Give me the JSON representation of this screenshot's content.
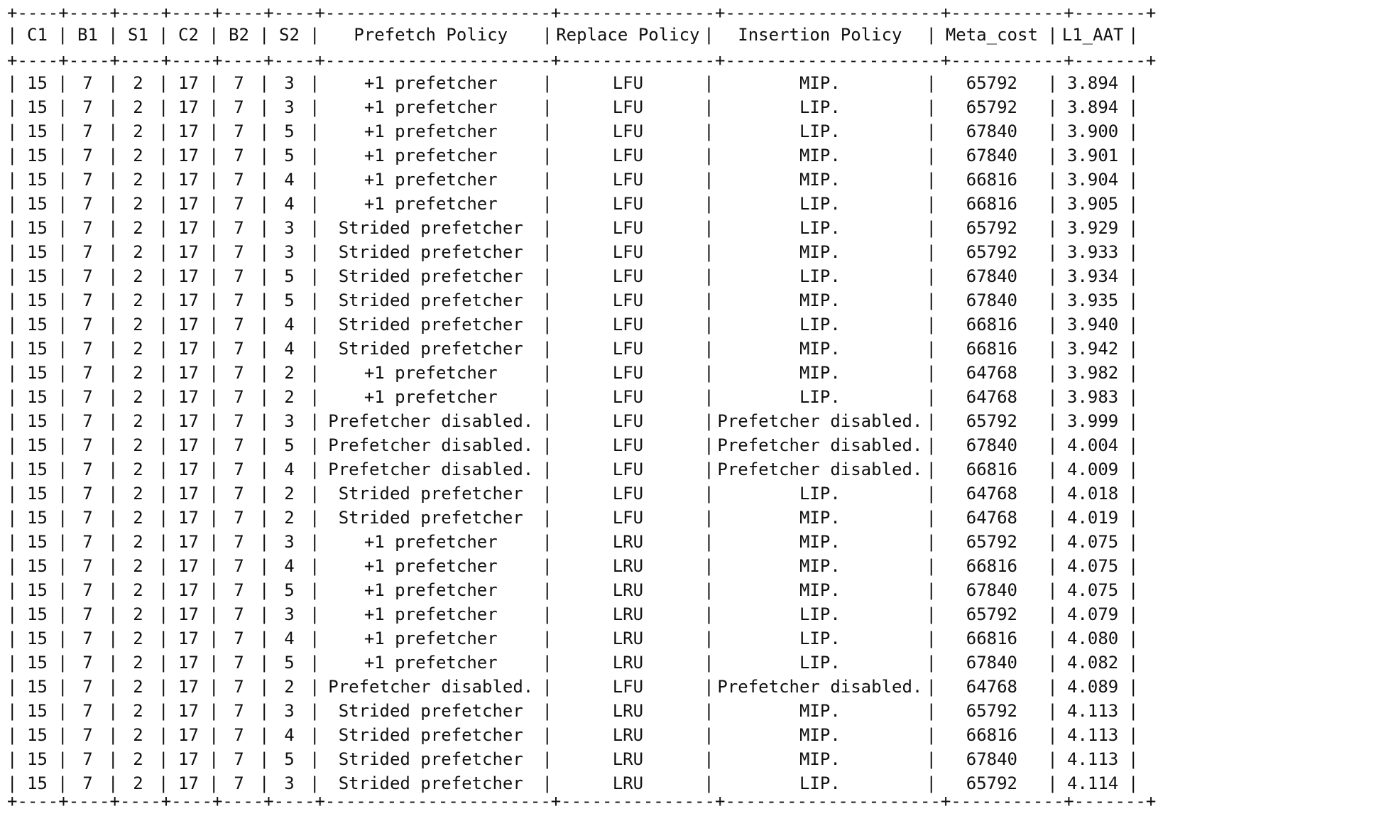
{
  "table": {
    "headers": [
      "C1",
      "B1",
      "S1",
      "C2",
      "B2",
      "S2",
      "Prefetch Policy",
      "Replace Policy",
      "Insertion Policy",
      "Meta_cost",
      "L1_AAT"
    ],
    "rows": [
      [
        "15",
        "7",
        "2",
        "17",
        "7",
        "3",
        "+1 prefetcher",
        "LFU",
        "MIP.",
        "65792",
        "3.894"
      ],
      [
        "15",
        "7",
        "2",
        "17",
        "7",
        "3",
        "+1 prefetcher",
        "LFU",
        "LIP.",
        "65792",
        "3.894"
      ],
      [
        "15",
        "7",
        "2",
        "17",
        "7",
        "5",
        "+1 prefetcher",
        "LFU",
        "LIP.",
        "67840",
        "3.900"
      ],
      [
        "15",
        "7",
        "2",
        "17",
        "7",
        "5",
        "+1 prefetcher",
        "LFU",
        "MIP.",
        "67840",
        "3.901"
      ],
      [
        "15",
        "7",
        "2",
        "17",
        "7",
        "4",
        "+1 prefetcher",
        "LFU",
        "MIP.",
        "66816",
        "3.904"
      ],
      [
        "15",
        "7",
        "2",
        "17",
        "7",
        "4",
        "+1 prefetcher",
        "LFU",
        "LIP.",
        "66816",
        "3.905"
      ],
      [
        "15",
        "7",
        "2",
        "17",
        "7",
        "3",
        "Strided prefetcher",
        "LFU",
        "LIP.",
        "65792",
        "3.929"
      ],
      [
        "15",
        "7",
        "2",
        "17",
        "7",
        "3",
        "Strided prefetcher",
        "LFU",
        "MIP.",
        "65792",
        "3.933"
      ],
      [
        "15",
        "7",
        "2",
        "17",
        "7",
        "5",
        "Strided prefetcher",
        "LFU",
        "LIP.",
        "67840",
        "3.934"
      ],
      [
        "15",
        "7",
        "2",
        "17",
        "7",
        "5",
        "Strided prefetcher",
        "LFU",
        "MIP.",
        "67840",
        "3.935"
      ],
      [
        "15",
        "7",
        "2",
        "17",
        "7",
        "4",
        "Strided prefetcher",
        "LFU",
        "LIP.",
        "66816",
        "3.940"
      ],
      [
        "15",
        "7",
        "2",
        "17",
        "7",
        "4",
        "Strided prefetcher",
        "LFU",
        "MIP.",
        "66816",
        "3.942"
      ],
      [
        "15",
        "7",
        "2",
        "17",
        "7",
        "2",
        "+1 prefetcher",
        "LFU",
        "MIP.",
        "64768",
        "3.982"
      ],
      [
        "15",
        "7",
        "2",
        "17",
        "7",
        "2",
        "+1 prefetcher",
        "LFU",
        "LIP.",
        "64768",
        "3.983"
      ],
      [
        "15",
        "7",
        "2",
        "17",
        "7",
        "3",
        "Prefetcher disabled.",
        "LFU",
        "Prefetcher disabled.",
        "65792",
        "3.999"
      ],
      [
        "15",
        "7",
        "2",
        "17",
        "7",
        "5",
        "Prefetcher disabled.",
        "LFU",
        "Prefetcher disabled.",
        "67840",
        "4.004"
      ],
      [
        "15",
        "7",
        "2",
        "17",
        "7",
        "4",
        "Prefetcher disabled.",
        "LFU",
        "Prefetcher disabled.",
        "66816",
        "4.009"
      ],
      [
        "15",
        "7",
        "2",
        "17",
        "7",
        "2",
        "Strided prefetcher",
        "LFU",
        "LIP.",
        "64768",
        "4.018"
      ],
      [
        "15",
        "7",
        "2",
        "17",
        "7",
        "2",
        "Strided prefetcher",
        "LFU",
        "MIP.",
        "64768",
        "4.019"
      ],
      [
        "15",
        "7",
        "2",
        "17",
        "7",
        "3",
        "+1 prefetcher",
        "LRU",
        "MIP.",
        "65792",
        "4.075"
      ],
      [
        "15",
        "7",
        "2",
        "17",
        "7",
        "4",
        "+1 prefetcher",
        "LRU",
        "MIP.",
        "66816",
        "4.075"
      ],
      [
        "15",
        "7",
        "2",
        "17",
        "7",
        "5",
        "+1 prefetcher",
        "LRU",
        "MIP.",
        "67840",
        "4.075"
      ],
      [
        "15",
        "7",
        "2",
        "17",
        "7",
        "3",
        "+1 prefetcher",
        "LRU",
        "LIP.",
        "65792",
        "4.079"
      ],
      [
        "15",
        "7",
        "2",
        "17",
        "7",
        "4",
        "+1 prefetcher",
        "LRU",
        "LIP.",
        "66816",
        "4.080"
      ],
      [
        "15",
        "7",
        "2",
        "17",
        "7",
        "5",
        "+1 prefetcher",
        "LRU",
        "LIP.",
        "67840",
        "4.082"
      ],
      [
        "15",
        "7",
        "2",
        "17",
        "7",
        "2",
        "Prefetcher disabled.",
        "LFU",
        "Prefetcher disabled.",
        "64768",
        "4.089"
      ],
      [
        "15",
        "7",
        "2",
        "17",
        "7",
        "3",
        "Strided prefetcher",
        "LRU",
        "MIP.",
        "65792",
        "4.113"
      ],
      [
        "15",
        "7",
        "2",
        "17",
        "7",
        "4",
        "Strided prefetcher",
        "LRU",
        "MIP.",
        "66816",
        "4.113"
      ],
      [
        "15",
        "7",
        "2",
        "17",
        "7",
        "5",
        "Strided prefetcher",
        "LRU",
        "MIP.",
        "67840",
        "4.113"
      ],
      [
        "15",
        "7",
        "2",
        "17",
        "7",
        "3",
        "Strided prefetcher",
        "LRU",
        "LIP.",
        "65792",
        "4.114"
      ]
    ]
  }
}
